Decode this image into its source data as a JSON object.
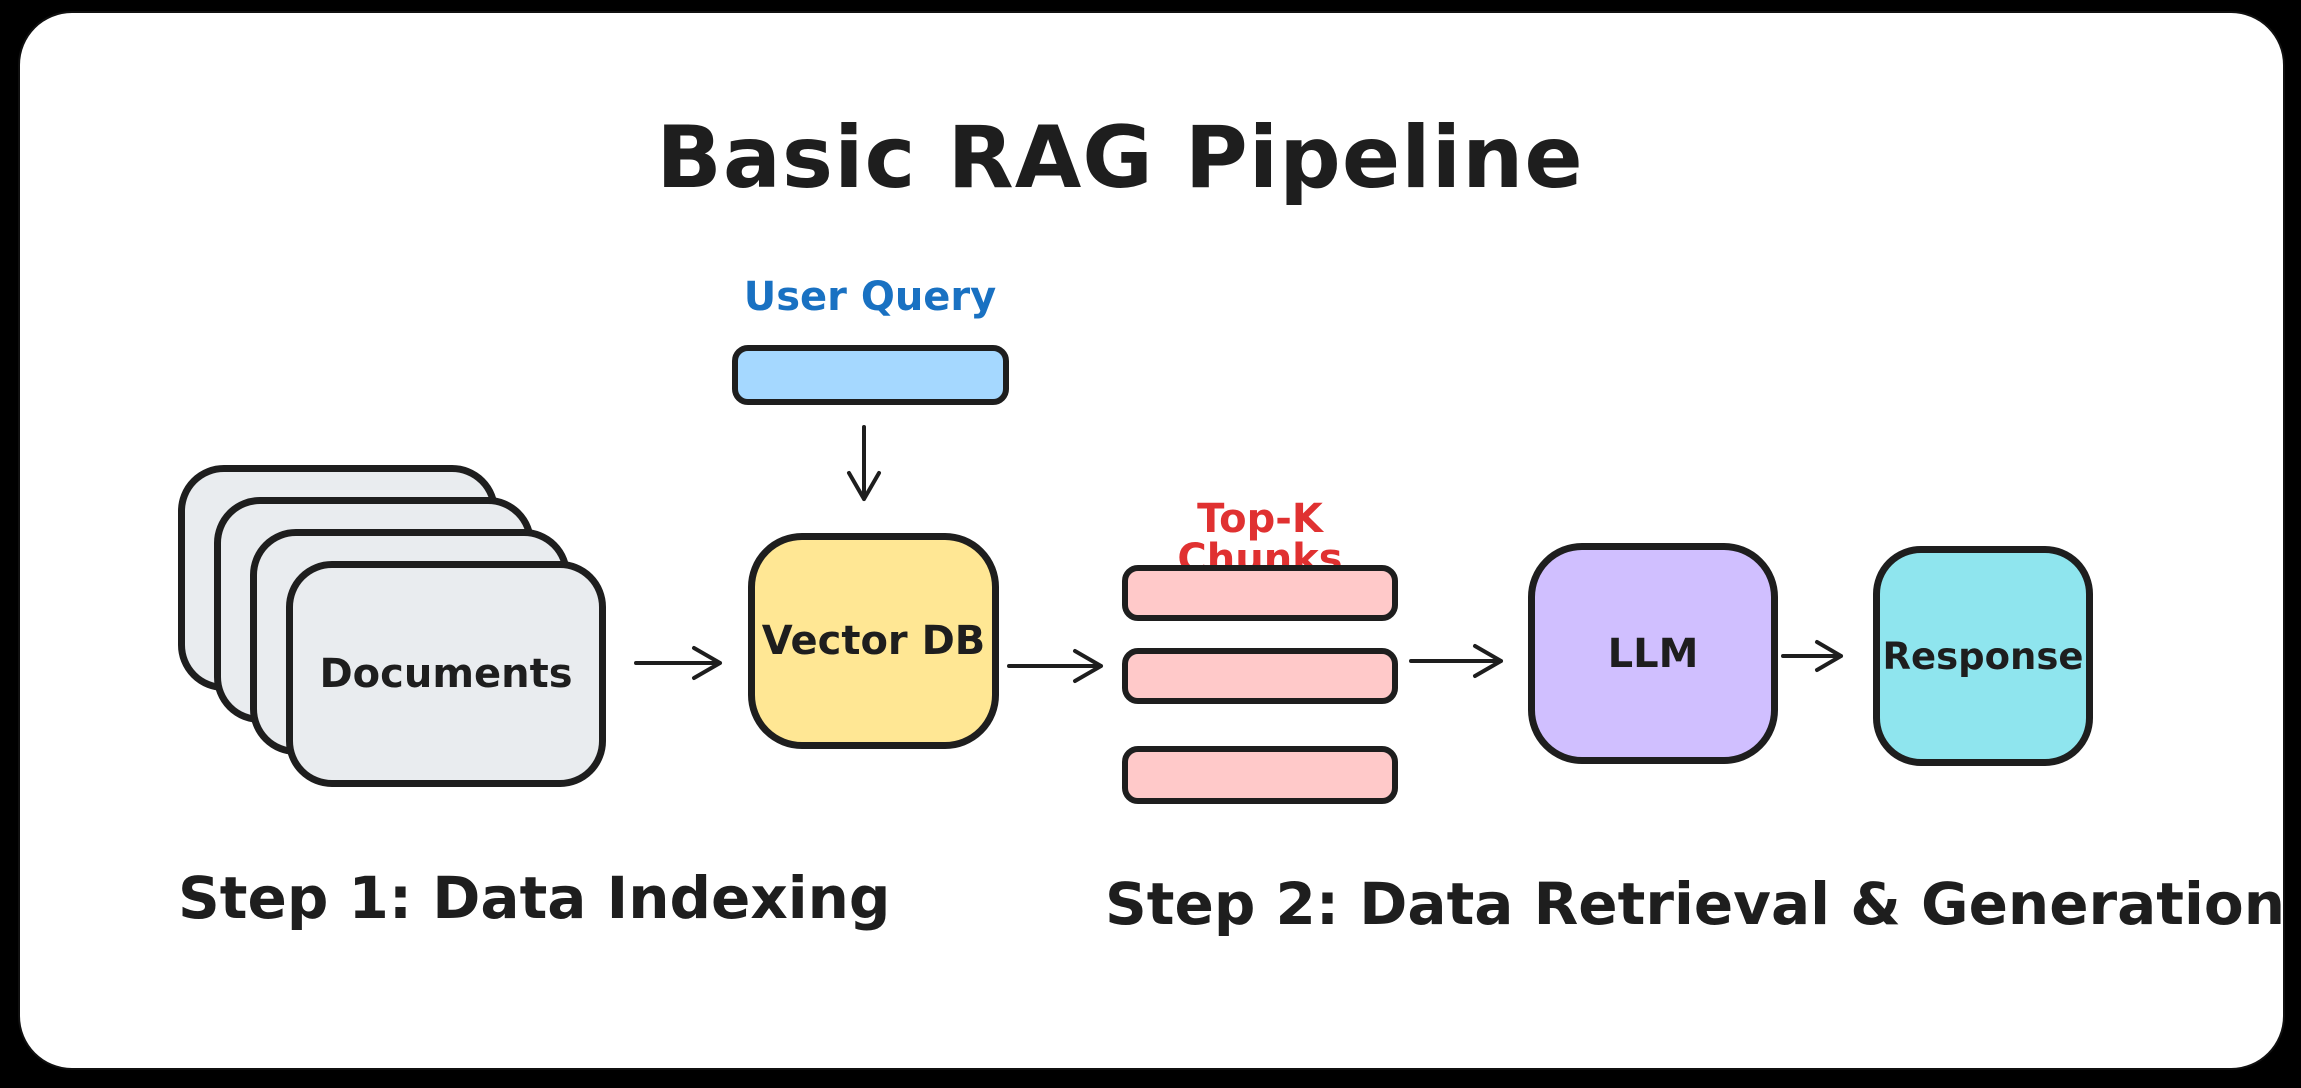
{
  "title": "Basic RAG Pipeline",
  "captions": {
    "step1": "Step 1: Data Indexing",
    "step2": "Step 2: Data Retrieval & Generation"
  },
  "nodes": {
    "user_query": {
      "label": "User Query",
      "fill": "#a5d8ff",
      "label_color": "#1971c2"
    },
    "documents": {
      "label": "Documents",
      "fill": "#e9ecef",
      "stack_count": 4
    },
    "vector_db": {
      "label": "Vector DB",
      "fill": "#ffe794"
    },
    "top_k_chunks": {
      "label": "Top-K Chunks",
      "fill": "#ffc9c9",
      "label_color": "#e03131",
      "chunk_count": 3
    },
    "llm": {
      "label": "LLM",
      "fill": "#d0bfff"
    },
    "response": {
      "label": "Response",
      "fill": "#8fe5ee"
    }
  },
  "edges": [
    {
      "from": "documents",
      "to": "vector_db"
    },
    {
      "from": "user_query",
      "to": "vector_db"
    },
    {
      "from": "vector_db",
      "to": "top_k_chunks"
    },
    {
      "from": "top_k_chunks",
      "to": "llm"
    },
    {
      "from": "llm",
      "to": "response"
    }
  ],
  "colors": {
    "canvas_bg": "#000000",
    "card_bg": "#ffffff",
    "stroke": "#1e1e1e"
  }
}
